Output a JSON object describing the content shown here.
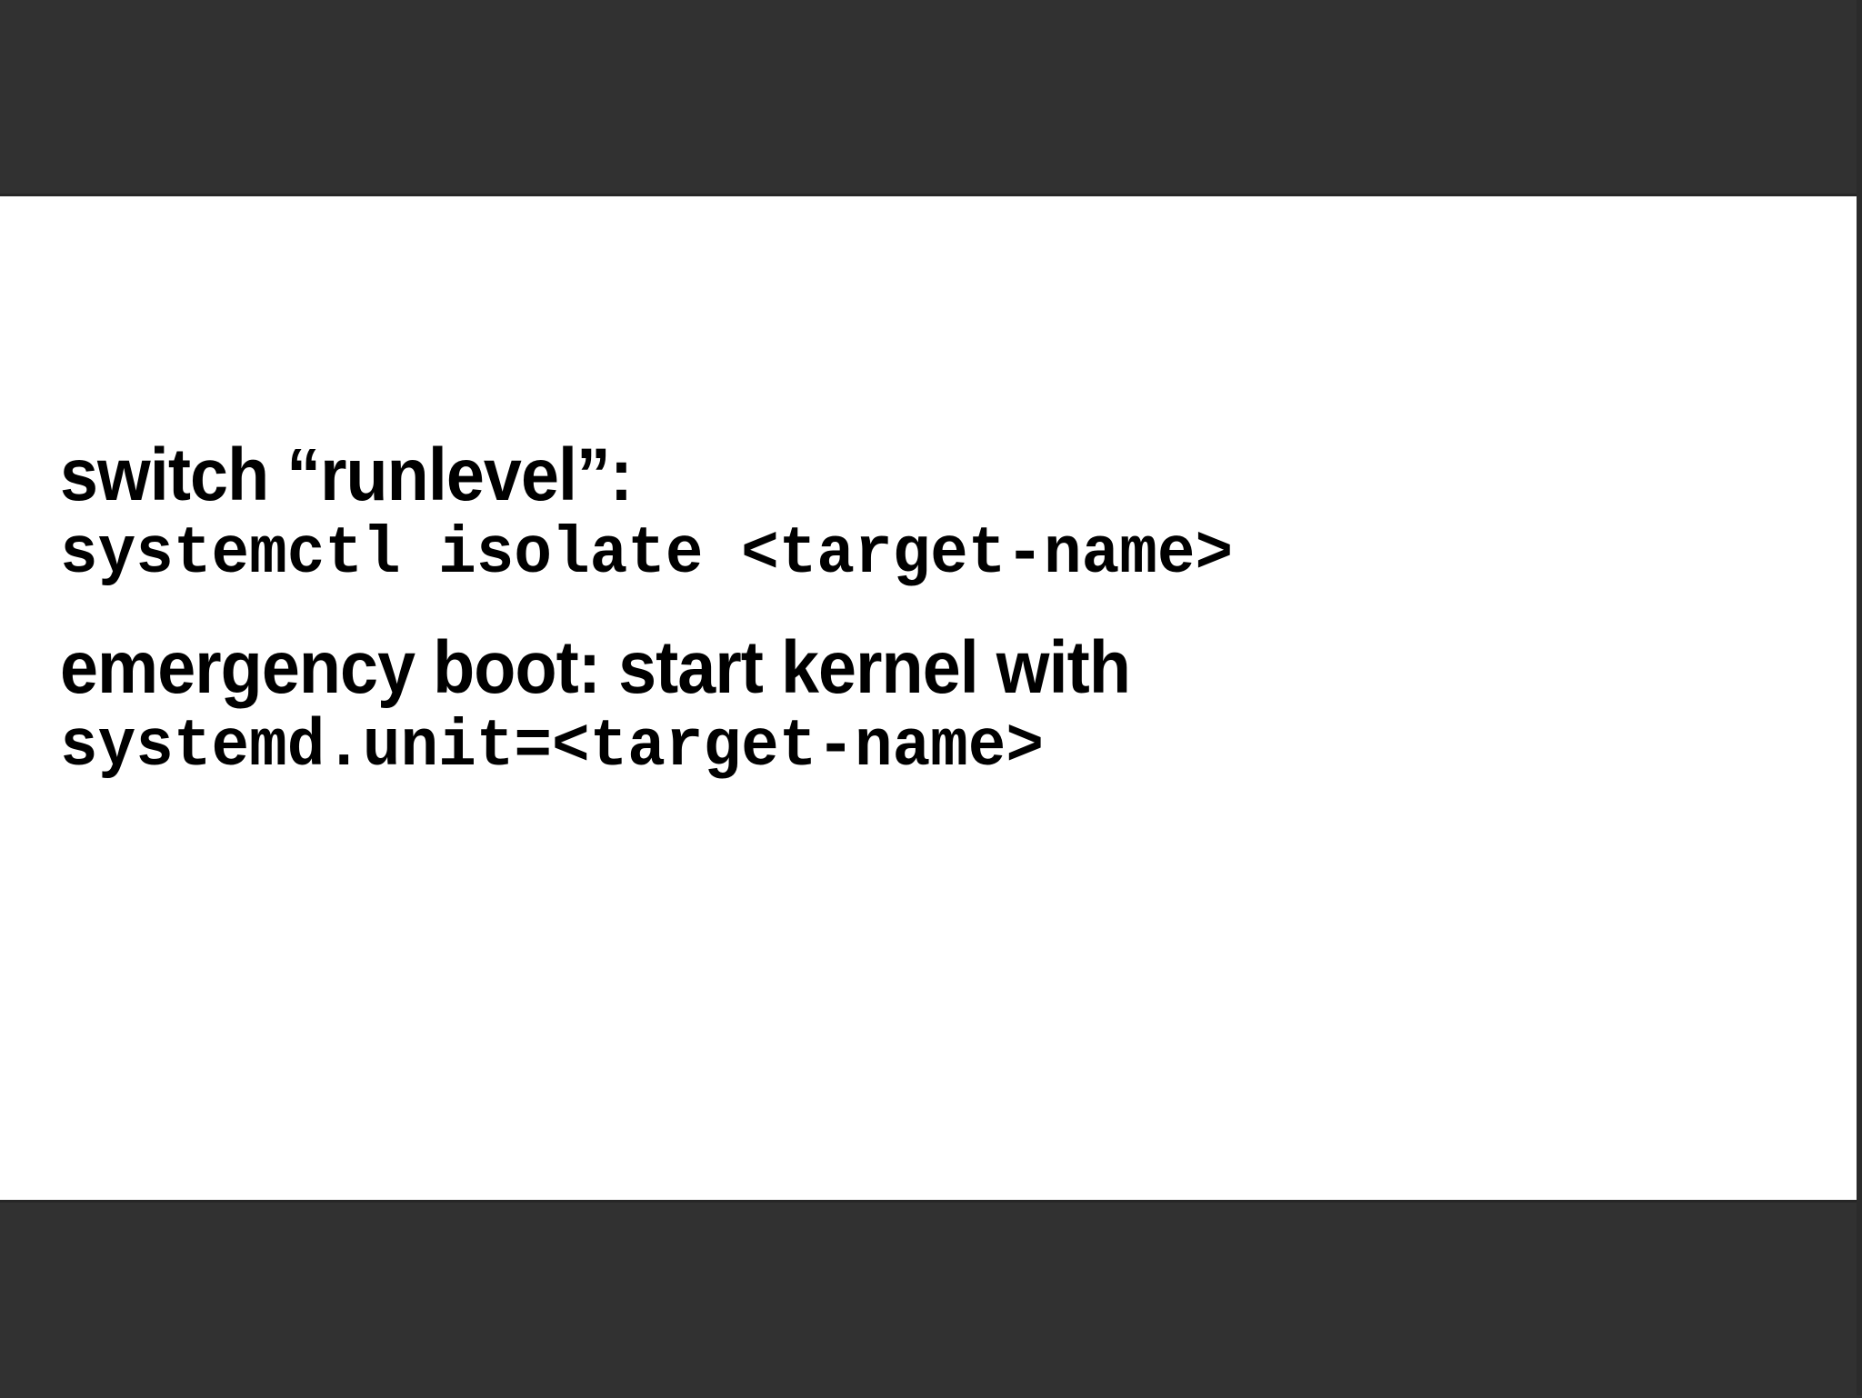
{
  "slide": {
    "background_color": "#ffffff",
    "letterbox_color": "#313131",
    "text_color": "#000000",
    "blocks": [
      {
        "heading": "switch “runlevel”:",
        "command": "systemctl isolate <target-name>"
      },
      {
        "heading": "emergency boot: start kernel with",
        "command": "systemd.unit=<target-name>"
      }
    ]
  }
}
